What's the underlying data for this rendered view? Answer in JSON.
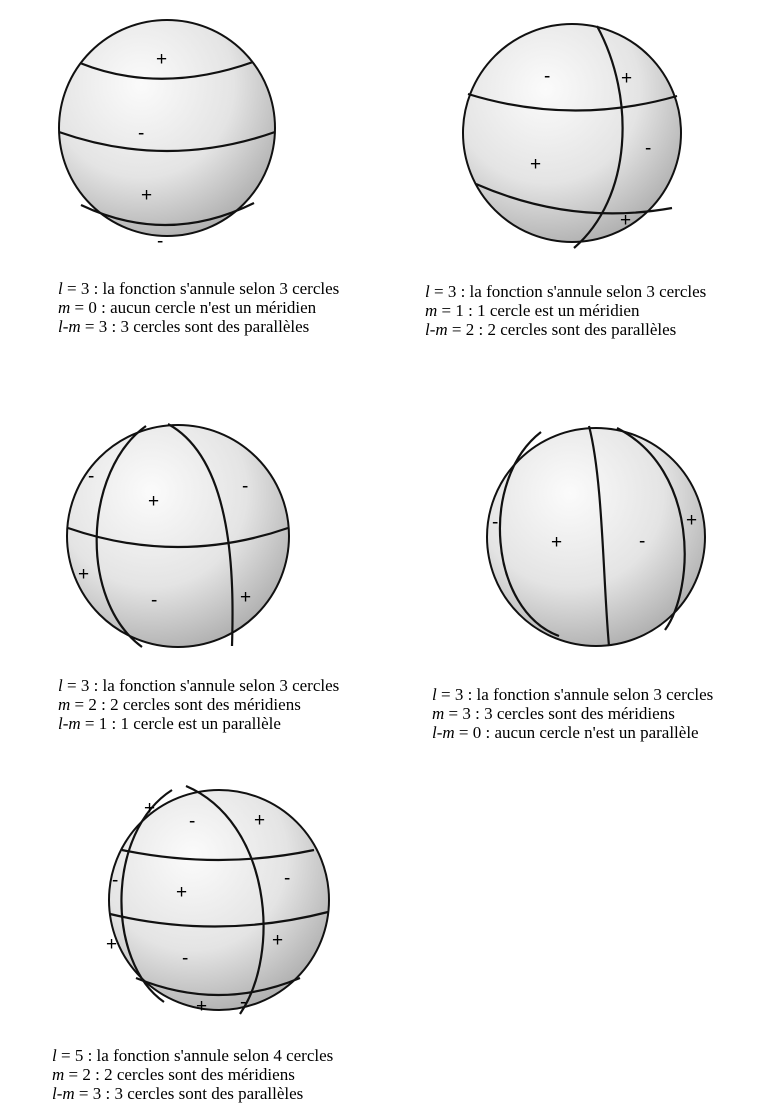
{
  "colors": {
    "sphere_light": "#fbfbfb",
    "sphere_mid": "#e4e4e4",
    "sphere_dark": "#a8a8a8",
    "line": "#111111"
  },
  "panels": [
    {
      "name": "panel-l3-m0",
      "caption": [
        {
          "var": "l",
          "rest": " = 3 : la fonction s'annule selon 3 cercles"
        },
        {
          "var": "m",
          "rest": " = 0 : aucun cercle n'est un méridien"
        },
        {
          "var": "l-m",
          "rest": " = 3 :  3 cercles sont des parallèles"
        }
      ],
      "signs": [
        "+",
        "-",
        "+",
        "-"
      ]
    },
    {
      "name": "panel-l3-m1",
      "caption": [
        {
          "var": "l",
          "rest": " = 3 : la fonction s'annule selon 3 cercles"
        },
        {
          "var": "m",
          "rest": " = 1 : 1 cercle est un méridien"
        },
        {
          "var": "l-m",
          "rest": " = 2 : 2 cercles sont des parallèles"
        }
      ],
      "signs": [
        "-",
        "+",
        "+",
        "-",
        "+"
      ]
    },
    {
      "name": "panel-l3-m2",
      "caption": [
        {
          "var": "l",
          "rest": " = 3 : la fonction s'annule selon 3 cercles"
        },
        {
          "var": "m",
          "rest": " = 2 : 2 cercles sont des méridiens"
        },
        {
          "var": "l-m",
          "rest": " = 1 : 1 cercle est un parallèle"
        }
      ],
      "signs": [
        "-",
        "+",
        "-",
        "+",
        "-",
        "+"
      ]
    },
    {
      "name": "panel-l3-m3",
      "caption": [
        {
          "var": "l",
          "rest": " = 3 : la fonction s'annule selon 3 cercles"
        },
        {
          "var": "m",
          "rest": " = 3 : 3 cercles sont des méridiens"
        },
        {
          "var": "l-m",
          "rest": " = 0 : aucun cercle n'est un parallèle"
        }
      ],
      "signs": [
        "-",
        "+",
        "-",
        "+"
      ]
    },
    {
      "name": "panel-l5-m2",
      "caption": [
        {
          "var": "l",
          "rest": " = 5 : la fonction s'annule selon 4 cercles"
        },
        {
          "var": "m",
          "rest": " = 2 : 2 cercles sont des méridiens"
        },
        {
          "var": "l-m",
          "rest": " = 3 :  3 cercles sont des parallèles"
        }
      ],
      "signs": [
        "+",
        "-",
        "+",
        "-",
        "+",
        "-",
        "+",
        "-",
        "+",
        "+",
        "-"
      ]
    }
  ]
}
